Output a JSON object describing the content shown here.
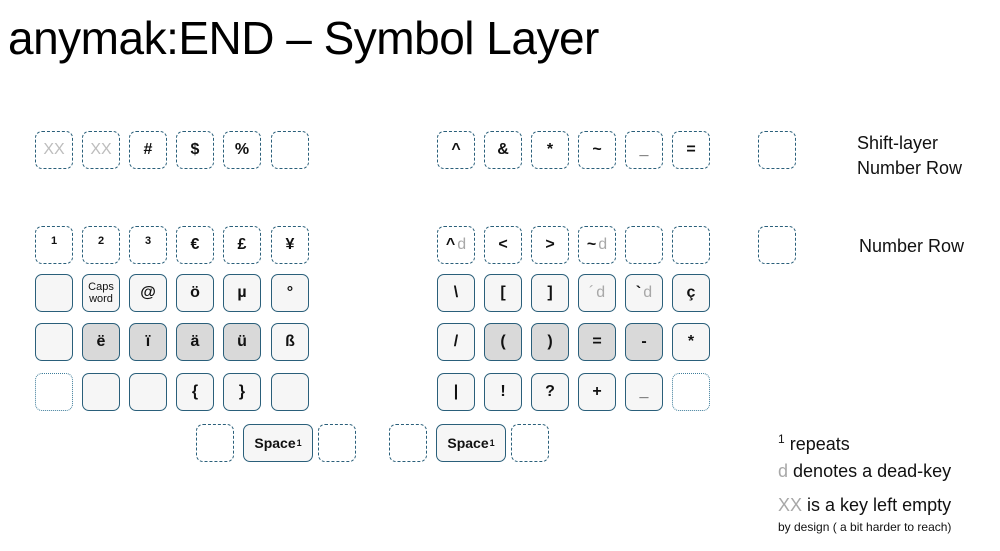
{
  "title": "anymak:END – Symbol Layer",
  "row_labels": {
    "shift_number_row_line1": "Shift-layer",
    "shift_number_row_line2": "Number Row",
    "number_row": "Number Row"
  },
  "legend": {
    "repeats_sup": "1",
    "repeats_text": "repeats",
    "dead_key_marker": "d",
    "dead_key_text": "denotes a dead-key",
    "empty_marker": "XX",
    "empty_text": "is a key left empty",
    "empty_note": "by design ( a bit harder to reach)"
  },
  "colors": {
    "key_border": "#2a5f7a",
    "gray_key": "#d9d9d9",
    "muted_text": "#a8a8a8"
  },
  "keys": [
    {
      "id": "l-shift-1",
      "label": "XX",
      "style": "dashed",
      "xx": true
    },
    {
      "id": "l-shift-2",
      "label": "XX",
      "style": "dashed",
      "xx": true
    },
    {
      "id": "l-shift-3",
      "label": "#",
      "style": "dashed"
    },
    {
      "id": "l-shift-4",
      "label": "$",
      "style": "dashed"
    },
    {
      "id": "l-shift-5",
      "label": "%",
      "style": "dashed"
    },
    {
      "id": "l-shift-6",
      "label": "",
      "style": "dashed"
    },
    {
      "id": "r-shift-1",
      "label": "^",
      "style": "dashed"
    },
    {
      "id": "r-shift-2",
      "label": "&",
      "style": "dashed"
    },
    {
      "id": "r-shift-3",
      "label": "*",
      "style": "dashed"
    },
    {
      "id": "r-shift-4",
      "label": "~",
      "style": "dashed"
    },
    {
      "id": "r-shift-5",
      "label": "_",
      "style": "dashed"
    },
    {
      "id": "r-shift-6",
      "label": "=",
      "style": "dashed"
    },
    {
      "id": "legend-shift",
      "label": "",
      "style": "dashed"
    },
    {
      "id": "l-num-1",
      "label": "1",
      "style": "dashed",
      "numsup": true
    },
    {
      "id": "l-num-2",
      "label": "2",
      "style": "dashed",
      "numsup": true
    },
    {
      "id": "l-num-3",
      "label": "3",
      "style": "dashed",
      "numsup": true
    },
    {
      "id": "l-num-4",
      "label": "€",
      "style": "dashed"
    },
    {
      "id": "l-num-5",
      "label": "£",
      "style": "dashed"
    },
    {
      "id": "l-num-6",
      "label": "¥",
      "style": "dashed"
    },
    {
      "id": "r-num-1",
      "label": "^",
      "dead": "d",
      "style": "dashed"
    },
    {
      "id": "r-num-2",
      "label": "<",
      "style": "dashed"
    },
    {
      "id": "r-num-3",
      "label": ">",
      "style": "dashed"
    },
    {
      "id": "r-num-4",
      "label": "~",
      "dead": "d",
      "style": "dashed"
    },
    {
      "id": "r-num-5",
      "label": "",
      "style": "dashed"
    },
    {
      "id": "r-num-6",
      "label": "",
      "style": "dashed"
    },
    {
      "id": "legend-num",
      "label": "",
      "style": "dashed"
    },
    {
      "id": "l-top-1",
      "label": "",
      "style": "solid"
    },
    {
      "id": "l-top-2",
      "label": "Caps word",
      "style": "solid",
      "small": true
    },
    {
      "id": "l-top-3",
      "label": "@",
      "style": "solid"
    },
    {
      "id": "l-top-4",
      "label": "ö",
      "style": "solid"
    },
    {
      "id": "l-top-5",
      "label": "µ",
      "style": "solid"
    },
    {
      "id": "l-top-6",
      "label": "°",
      "style": "solid"
    },
    {
      "id": "r-top-1",
      "label": "\\",
      "style": "solid"
    },
    {
      "id": "r-top-2",
      "label": "[",
      "style": "solid"
    },
    {
      "id": "r-top-3",
      "label": "]",
      "style": "solid"
    },
    {
      "id": "r-top-4",
      "label": "´",
      "dead": "d",
      "muted": true,
      "style": "solid"
    },
    {
      "id": "r-top-5",
      "label": "`",
      "dead": "d",
      "style": "solid"
    },
    {
      "id": "r-top-6",
      "label": "ç",
      "style": "solid"
    },
    {
      "id": "l-home-1",
      "label": "",
      "style": "solid"
    },
    {
      "id": "l-home-2",
      "label": "ë",
      "style": "solid",
      "gray": true
    },
    {
      "id": "l-home-3",
      "label": "ï",
      "style": "solid",
      "gray": true
    },
    {
      "id": "l-home-4",
      "label": "ä",
      "style": "solid",
      "gray": true
    },
    {
      "id": "l-home-5",
      "label": "ü",
      "style": "solid",
      "gray": true
    },
    {
      "id": "l-home-6",
      "label": "ß",
      "style": "solid"
    },
    {
      "id": "r-home-1",
      "label": "/",
      "style": "solid"
    },
    {
      "id": "r-home-2",
      "label": "(",
      "style": "solid",
      "gray": true
    },
    {
      "id": "r-home-3",
      "label": ")",
      "style": "solid",
      "gray": true
    },
    {
      "id": "r-home-4",
      "label": "=",
      "style": "solid",
      "gray": true
    },
    {
      "id": "r-home-5",
      "label": "-",
      "style": "solid",
      "gray": true
    },
    {
      "id": "r-home-6",
      "label": "*",
      "style": "solid"
    },
    {
      "id": "l-bot-1",
      "label": "",
      "style": "dotted"
    },
    {
      "id": "l-bot-2",
      "label": "",
      "style": "solid"
    },
    {
      "id": "l-bot-3",
      "label": "",
      "style": "solid"
    },
    {
      "id": "l-bot-4",
      "label": "{",
      "style": "solid"
    },
    {
      "id": "l-bot-5",
      "label": "}",
      "style": "solid"
    },
    {
      "id": "l-bot-6",
      "label": "",
      "style": "solid"
    },
    {
      "id": "r-bot-1",
      "label": "|",
      "style": "solid"
    },
    {
      "id": "r-bot-2",
      "label": "!",
      "style": "solid"
    },
    {
      "id": "r-bot-3",
      "label": "?",
      "style": "solid"
    },
    {
      "id": "r-bot-4",
      "label": "+",
      "style": "solid"
    },
    {
      "id": "r-bot-5",
      "label": "_",
      "style": "solid"
    },
    {
      "id": "r-bot-6",
      "label": "",
      "style": "dotted"
    },
    {
      "id": "l-thumb-1",
      "label": "",
      "style": "dashed"
    },
    {
      "id": "l-thumb-2",
      "label": "Space",
      "sup": "1",
      "style": "solid",
      "space": true
    },
    {
      "id": "l-thumb-3",
      "label": "",
      "style": "dashed"
    },
    {
      "id": "r-thumb-1",
      "label": "",
      "style": "dashed"
    },
    {
      "id": "r-thumb-2",
      "label": "Space",
      "sup": "1",
      "style": "solid",
      "space": true
    },
    {
      "id": "r-thumb-3",
      "label": "",
      "style": "dashed"
    }
  ]
}
